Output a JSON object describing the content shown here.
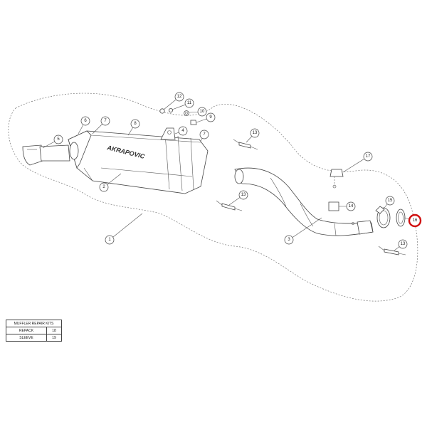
{
  "diagram": {
    "logo_text": "AKRAPOVIC",
    "callouts": [
      "1",
      "2",
      "3",
      "4",
      "5",
      "6",
      "7",
      "7",
      "8",
      "9",
      "10",
      "11",
      "12",
      "13",
      "13",
      "13",
      "14",
      "15",
      "16",
      "17"
    ],
    "highlighted_callout": "16",
    "highlight_color": "#d01010"
  },
  "repair_kits": {
    "title": "MUFFLER REPAIR KITS",
    "rows": [
      {
        "name": "REPACK",
        "number": "18"
      },
      {
        "name": "SLEEVE",
        "number": "19"
      }
    ]
  }
}
